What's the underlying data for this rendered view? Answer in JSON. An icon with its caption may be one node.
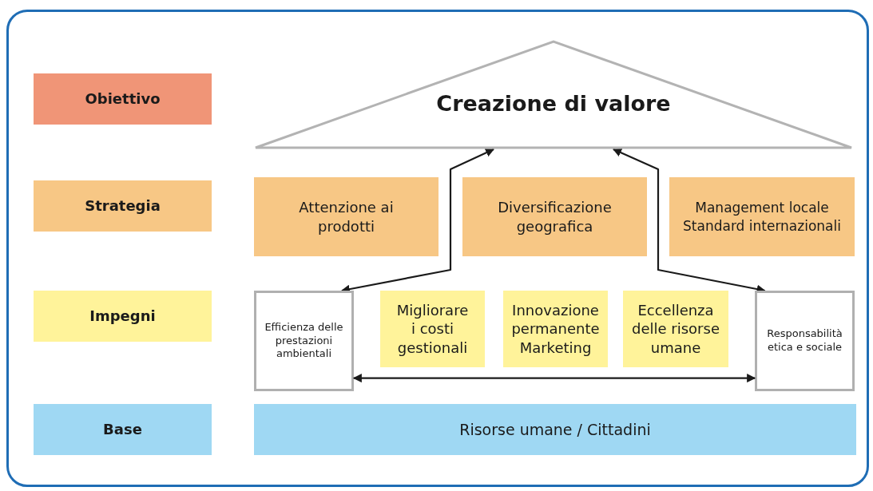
{
  "diagram": {
    "nodes": [
      {
        "text": [
          "Obiettivo"
        ]
      },
      {
        "text": [
          "Strategia"
        ]
      },
      {
        "text": [
          "Impegni"
        ]
      },
      {
        "text": [
          "Base"
        ]
      },
      {
        "text": [
          "Creazione di valore"
        ]
      },
      {
        "text": [
          "Attenzione ai prodotti"
        ]
      },
      {
        "text": [
          "Diversificazione geografica"
        ]
      },
      {
        "text": [
          "Management locale Standard internazionali"
        ]
      },
      {
        "text": [
          "Efficienza delle prestazioni ambientali"
        ]
      },
      {
        "text": [
          "Migliorare i costi gestionali"
        ]
      },
      {
        "text": [
          "Innovazione permanente Marketing"
        ]
      },
      {
        "text": [
          "Eccellenza delle risorse umane"
        ]
      },
      {
        "text": [
          "Responsabilità etica e sociale"
        ]
      },
      {
        "text": [
          "Risorse umane / Cittadini"
        ]
      }
    ],
    "edges": [
      {
        "from": 8,
        "to": 4,
        "arrow": "both"
      },
      {
        "from": 4,
        "to": 12,
        "arrow": "both"
      },
      {
        "from": 8,
        "to": 12,
        "arrow": "both"
      }
    ]
  }
}
